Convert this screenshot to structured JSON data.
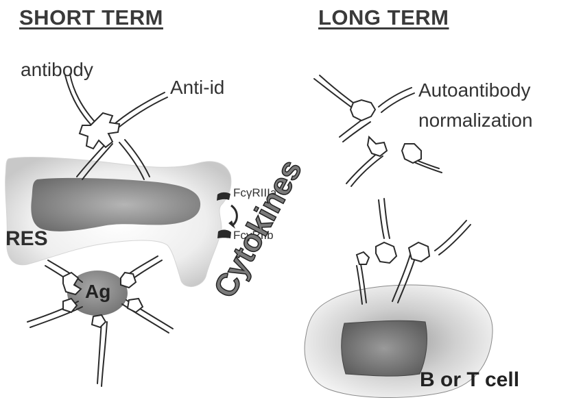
{
  "headings": {
    "short_term": "SHORT TERM",
    "long_term": "LONG TERM"
  },
  "labels": {
    "antibody": "antibody",
    "anti_id": "Anti-id",
    "autoantibody": "Autoantibody",
    "normalization": "normalization",
    "fc_receptor_a": "FcγRIIIa",
    "fc_receptor_b": "FcγRIIb",
    "res": "RES",
    "antigen": "Ag",
    "cytokines": "Cytokines",
    "b_or_t_cell": "B or T cell"
  },
  "colors": {
    "text": "#333333",
    "line": "#2a2a2a",
    "cell_outer": "#e2e2e2",
    "cell_inner": "#8a8a8a",
    "antigen": "#8c8c8c",
    "cytokines_fill": "#7a7a7a"
  }
}
